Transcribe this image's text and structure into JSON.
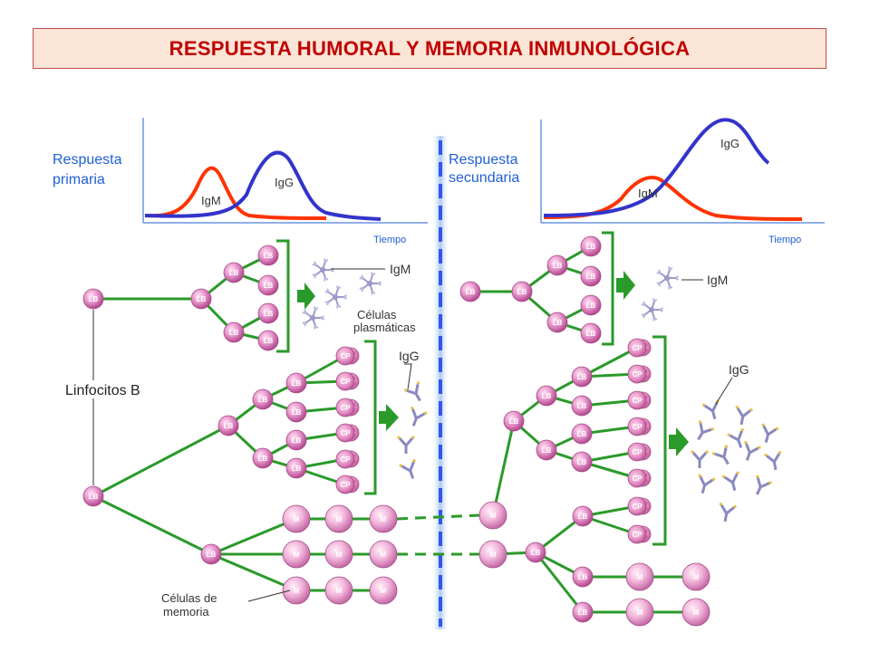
{
  "title": "RESPUESTA HUMORAL Y MEMORIA INMUNOLÓGICA",
  "primary": {
    "label_line1": "Respuesta",
    "label_line2": "primaria",
    "curve_igm": "IgM",
    "curve_igg": "IgG",
    "axis_label": "Tiempo"
  },
  "secondary": {
    "label_line1": "Respuesta",
    "label_line2": "secundaria",
    "curve_igm": "IgM",
    "curve_igg": "IgG",
    "axis_label": "Tiempo"
  },
  "labels": {
    "lymphocytes": "Linfocitos B",
    "plasma_line1": "Células",
    "plasma_line2": "plasmáticas",
    "memory_line1": "Células de",
    "memory_line2": "memoria",
    "igm_left": "IgM",
    "igg_left": "IgG",
    "igm_right": "IgM",
    "igg_right": "IgG"
  },
  "cell_codes": {
    "b_cell": "LB",
    "plasma_cell": "CP",
    "memory_cell": "M"
  },
  "colors": {
    "title_text": "#c00000",
    "title_bg": "#fbe5d6",
    "label_blue": "#1f5fd6",
    "igm_curve": "#ff3300",
    "igg_curve": "#3333cc",
    "lines": "#2a9a2a",
    "divider": "#3355ee",
    "cell": "#d670b0"
  }
}
